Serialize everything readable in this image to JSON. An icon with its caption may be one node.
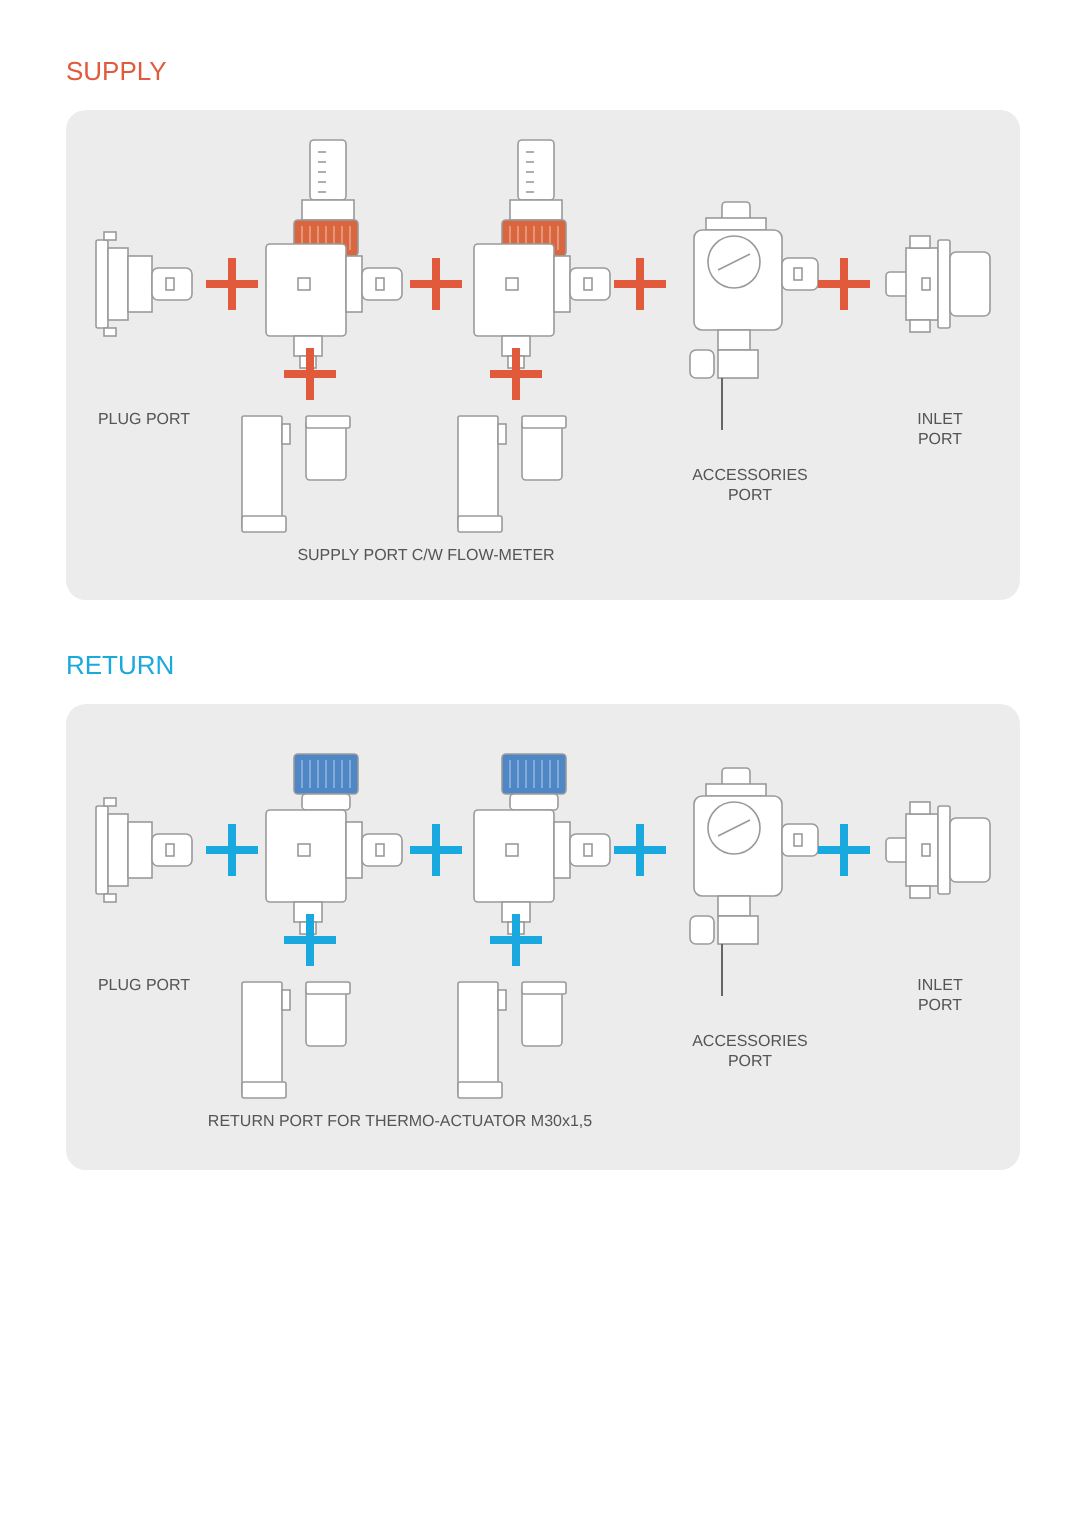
{
  "diagram": {
    "nodes": [
      {
        "text": [
          "SUPPLY"
        ]
      },
      {
        "text": [
          "RETURN"
        ]
      }
    ],
    "labels": [
      "PLUG PORT",
      "INLET PORT",
      "ACCESSORIES PORT",
      "SUPPLY PORT C/W FLOW-METER",
      "PLUG PORT",
      "INLET PORT",
      "ACCESSORIES PORT",
      "RETURN PORT FOR THERMO-ACTUATOR M30x1,5"
    ]
  }
}
